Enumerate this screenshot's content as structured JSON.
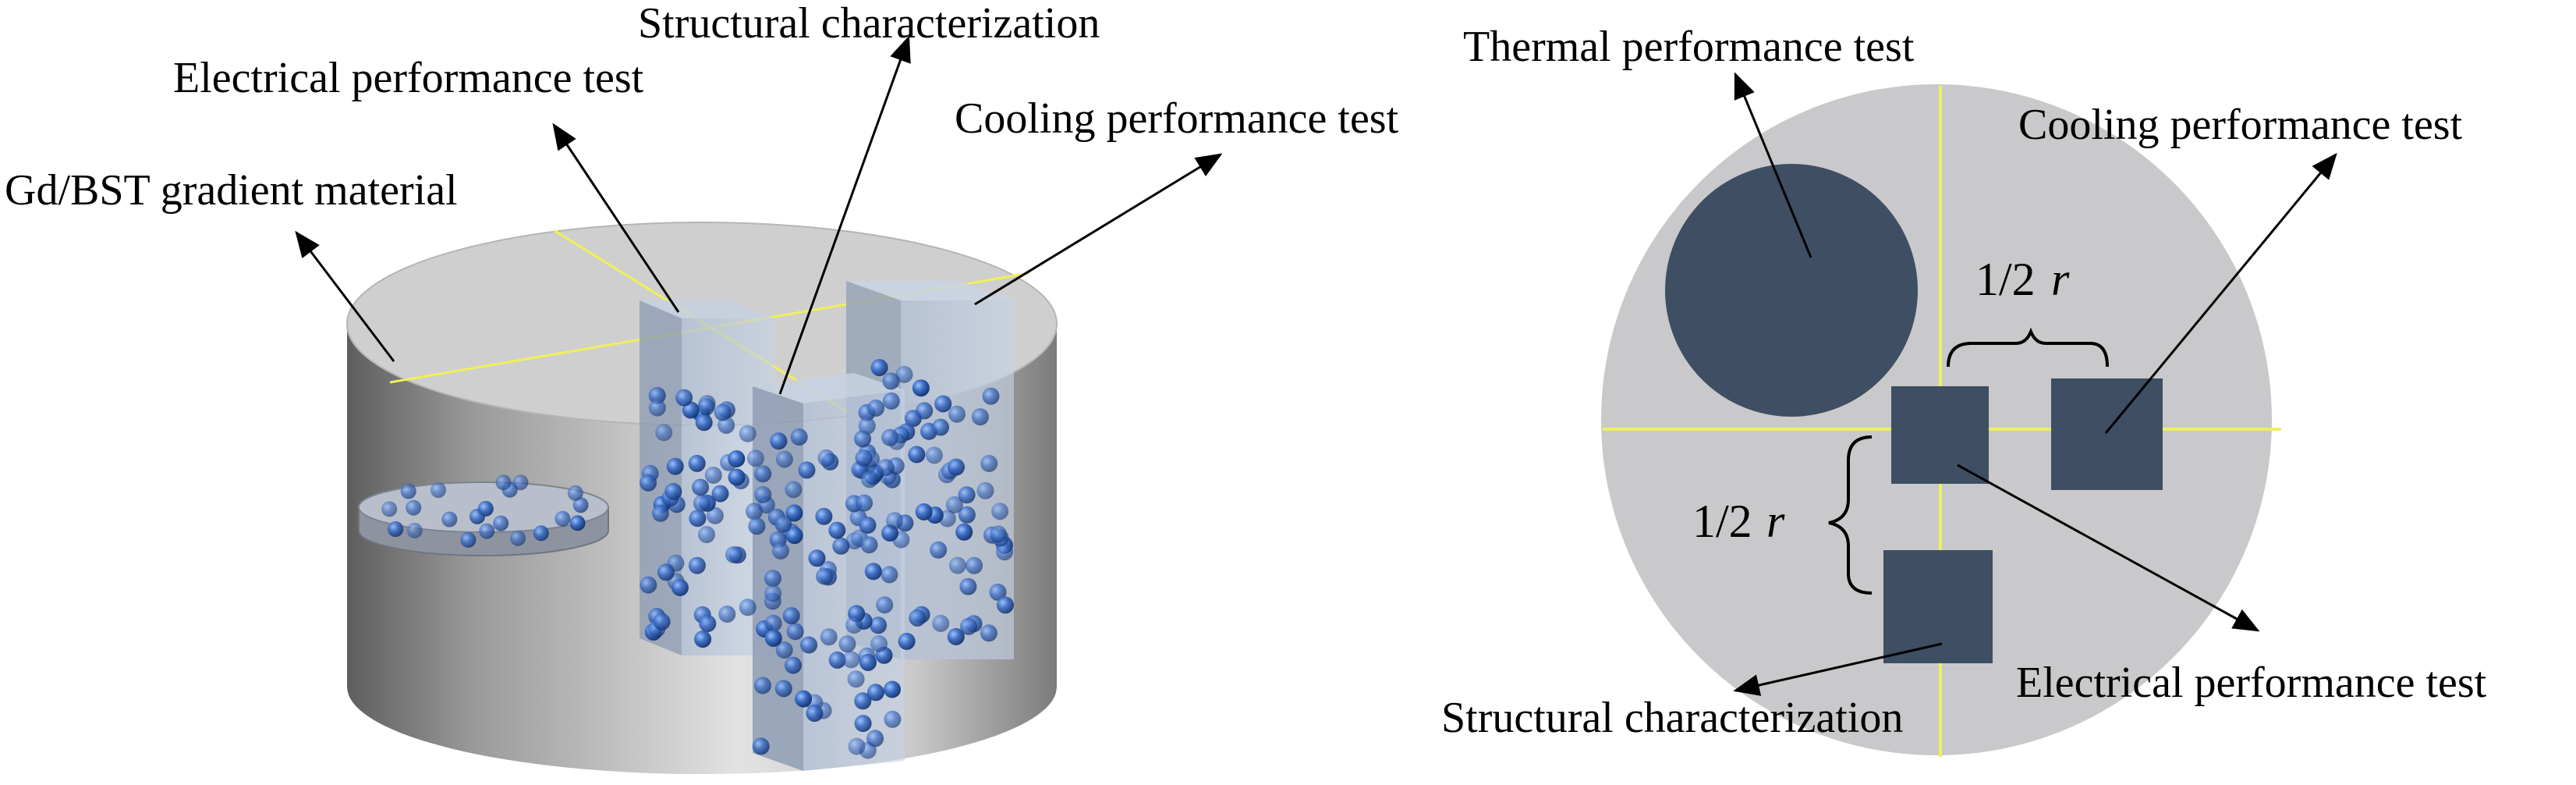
{
  "left_view": {
    "labels": {
      "structural": "Structural characterization",
      "electrical": "Electrical performance test",
      "cooling": "Cooling performance test",
      "material": "Gd/BST gradient material"
    }
  },
  "right_view": {
    "labels": {
      "thermal": "Thermal performance test",
      "cooling": "Cooling performance test",
      "electrical": "Electrical performance test",
      "structural": "Structural characterization"
    },
    "dimension_horizontal": {
      "value": "1/2",
      "symbol": "r"
    },
    "dimension_vertical": {
      "value": "1/2",
      "symbol": "r"
    }
  },
  "colors": {
    "cylinder_top": "#cfcfcf",
    "cylinder_side_dark": "#7f7f7f",
    "cylinder_side_light": "#d9d9d9",
    "sample_fill": "#3e4e63",
    "disk_bg": "#c9c9cb",
    "axis_line": "#f0f05a",
    "particle": "#2f5fb0",
    "glass": "#b7c7dd"
  }
}
